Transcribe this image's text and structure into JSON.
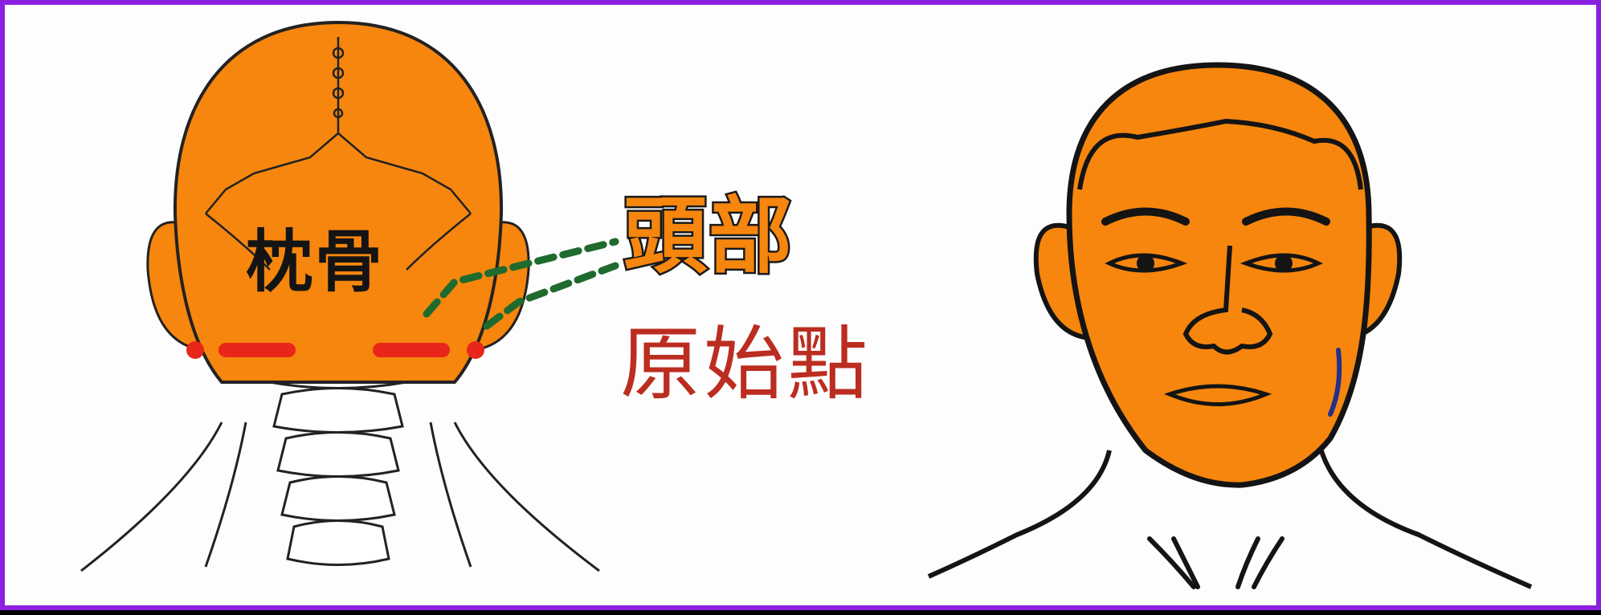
{
  "labels": {
    "occipital": "枕骨",
    "head": "頭部",
    "origin_point": "原始點"
  },
  "colors": {
    "frame": "#8a1fe0",
    "skin": "#f6860e",
    "origin_marks": "#e8261a",
    "dotted_line": "#1f6b2e",
    "jaw_marker": "#23308a",
    "outline": "#141414"
  }
}
